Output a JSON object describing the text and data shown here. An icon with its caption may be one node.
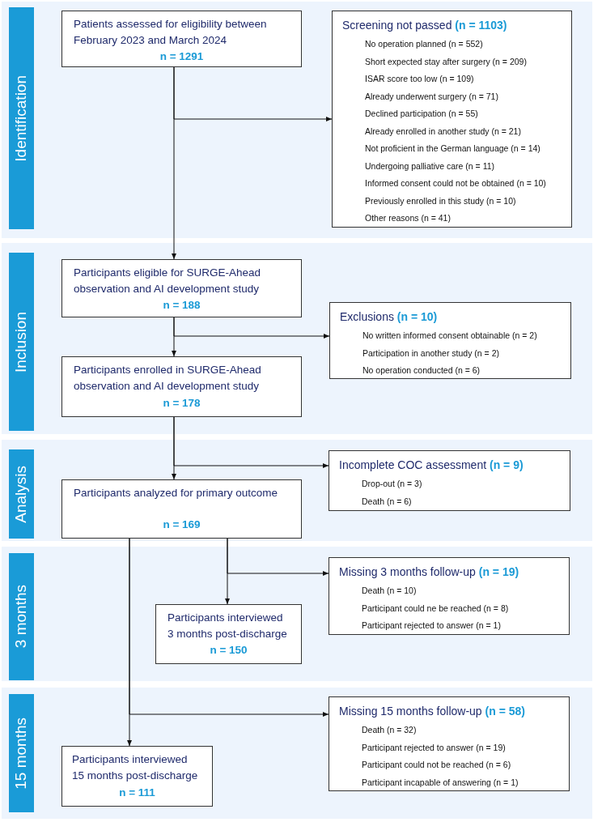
{
  "diagram": {
    "nodes": [
      {
        "text": [
          "Identification"
        ]
      },
      {
        "text": [
          "Patients assessed for eligibility between February 2023 and March 2024",
          "n = 1291"
        ],
        "in": 0
      },
      {
        "text": [
          "Screening not passed **(n = 1103)**",
          "No operation planned (n = 552)",
          "Short expected stay after surgery (n = 209)",
          "ISAR score too low (n = 109)",
          "Already underwent surgery (n = 71)",
          "Declined participation (n = 55)",
          "Already enrolled in another study (n = 21)",
          "Not proficient in the German language (n = 14)",
          "Undergoing palliative care (n = 11)",
          "Informed consent could not be obtained (n = 10)",
          "Previously enrolled in this study (n = 10)",
          "Other reasons (n = 41)"
        ],
        "in": 0
      },
      {
        "text": [
          "Inclusion"
        ]
      },
      {
        "text": [
          "Participants eligible for SURGE-Ahead observation and AI development study",
          "n = 188"
        ],
        "in": 3
      },
      {
        "text": [
          "Exclusions **(n = 10)**",
          "No written informed consent obtainable (n = 2)",
          "Participation in another study (n = 2)",
          "No operation conducted (n = 6)"
        ],
        "in": 3
      },
      {
        "text": [
          "Participants enrolled in SURGE-Ahead observation and AI development study",
          "n = 178"
        ],
        "in": 3
      },
      {
        "text": [
          "Analysis"
        ]
      },
      {
        "text": [
          "Participants analyzed for primary outcome",
          "n = 169"
        ],
        "in": 7
      },
      {
        "text": [
          "Incomplete COC assessment **(n = 9)**",
          "Drop-out (n = 3)",
          "Death (n = 6)"
        ],
        "in": 7
      },
      {
        "text": [
          "3 months"
        ]
      },
      {
        "text": [
          "Participants interviewed 3 months post-discharge",
          "n = 150"
        ],
        "in": 10
      },
      {
        "text": [
          "Missing 3 months follow-up **(n = 19)**",
          "Death (n = 10)",
          "Participant could ne be reached (n = 8)",
          "Participant rejected to answer (n = 1)"
        ],
        "in": 10
      },
      {
        "text": [
          "15 months"
        ]
      },
      {
        "text": [
          "Participants interviewed 15 months post-discharge",
          "n = 111"
        ],
        "in": 13
      },
      {
        "text": [
          "Missing 15 months follow-up **(n = 58)**",
          "Death (n = 32)",
          "Participant rejected to answer (n = 19)",
          "Participant could not be reached (n = 6)",
          "Participant incapable of answering (n = 1)"
        ],
        "in": 13
      }
    ],
    "edges": [
      {
        "from": 1,
        "to": 2,
        "arrow": "to"
      },
      {
        "from": 1,
        "to": 4,
        "arrow": "to"
      },
      {
        "from": 4,
        "to": 5,
        "arrow": "to"
      },
      {
        "from": 4,
        "to": 6,
        "arrow": "to"
      },
      {
        "from": 6,
        "to": 9,
        "arrow": "to"
      },
      {
        "from": 6,
        "to": 8,
        "arrow": "to"
      },
      {
        "from": 8,
        "to": 12,
        "arrow": "to"
      },
      {
        "from": 8,
        "to": 11,
        "arrow": "to"
      },
      {
        "from": 8,
        "to": 15,
        "arrow": "to"
      },
      {
        "from": 8,
        "to": 14,
        "arrow": "to"
      }
    ]
  }
}
